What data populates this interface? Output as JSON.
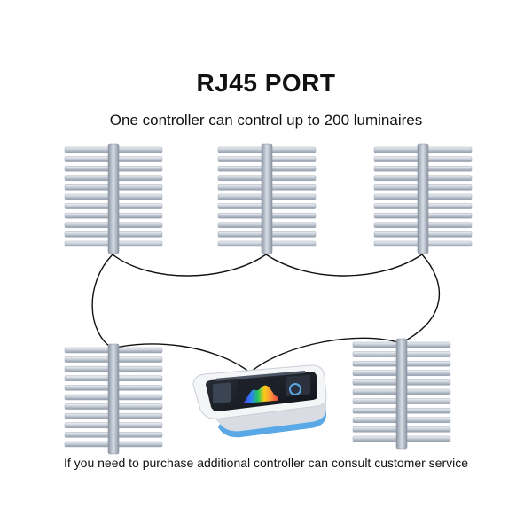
{
  "title": "RJ45 PORT",
  "subtitle": "One controller can control up to 200 luminaires",
  "footer_note": "If you need to purchase additional controller can consult customer service",
  "colors": {
    "bar_light": "#e9edf2",
    "bar_mid": "#bcc4cf",
    "bar_dark": "#8e98a6",
    "spine": "#a9b2be",
    "cable": "#111111",
    "controller_body": "#f2f3f5",
    "controller_accent": "#5aa9e6"
  },
  "icons": {
    "fixture": "led-grow-light-fixture-icon",
    "controller": "touchscreen-controller-icon"
  }
}
